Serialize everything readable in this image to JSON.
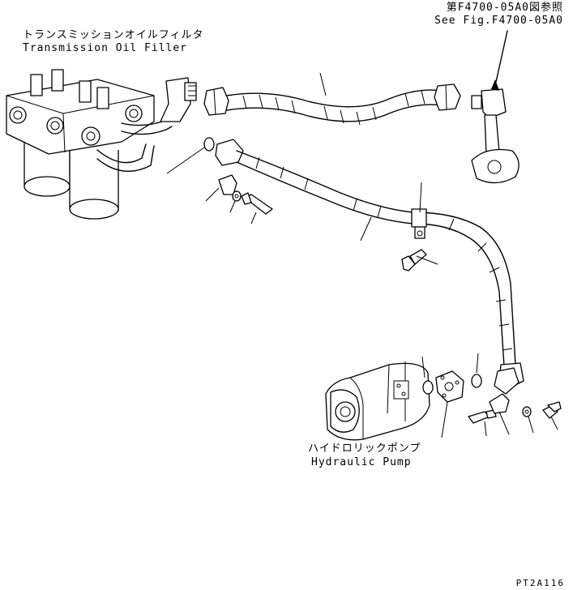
{
  "labels": {
    "filter_jp": "トランスミッションオイルフィルタ",
    "filter_en": "Transmission Oil Filler",
    "ref_jp": "第F4700-05A0図参照",
    "ref_en": "See Fig.F4700-05A0",
    "pump_jp": "ハイドロリックポンプ",
    "pump_en": "Hydraulic Pump",
    "drawing_code": "PT2A116"
  }
}
